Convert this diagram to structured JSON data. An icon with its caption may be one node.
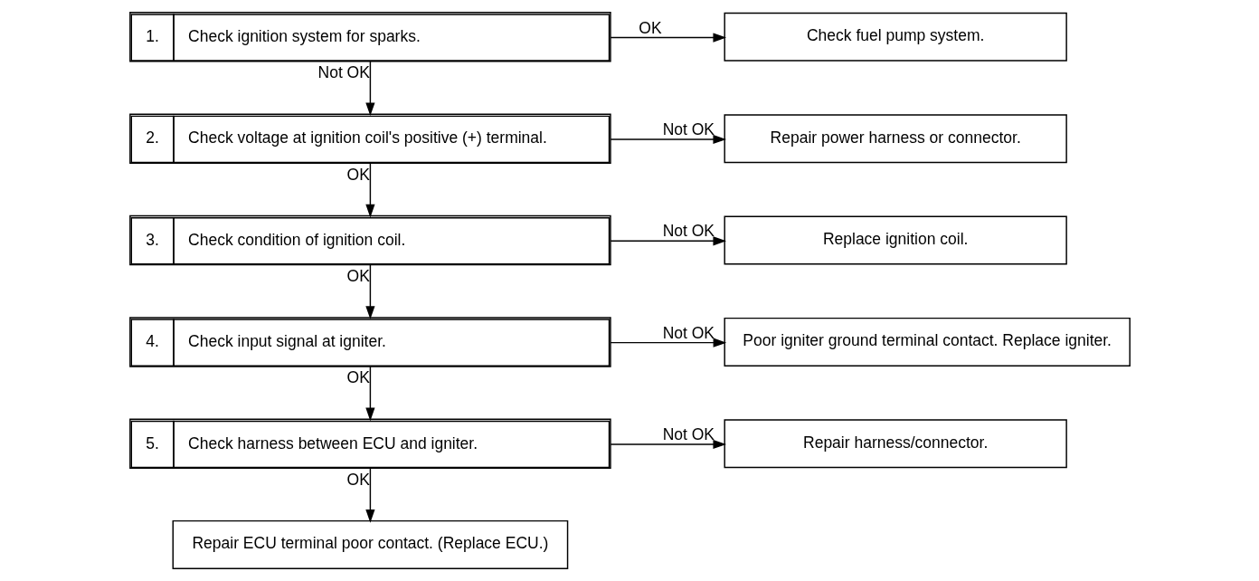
{
  "diagram": {
    "nodes": [
      {
        "text": [
          "1.",
          "Check ignition system for sparks."
        ]
      },
      {
        "text": [
          "Check fuel pump system."
        ]
      },
      {
        "text": [
          "2.",
          "Check voltage at ignition coil's positive (+) terminal."
        ]
      },
      {
        "text": [
          "Repair power harness or connector."
        ]
      },
      {
        "text": [
          "3.",
          "Check condition of ignition coil."
        ]
      },
      {
        "text": [
          "Replace ignition coil."
        ]
      },
      {
        "text": [
          "4.",
          "Check input signal at igniter."
        ]
      },
      {
        "text": [
          "Poor igniter ground terminal contact. Replace igniter."
        ]
      },
      {
        "text": [
          "5.",
          "Check harness between ECU and igniter."
        ]
      },
      {
        "text": [
          "Repair harness/connector."
        ]
      },
      {
        "text": [
          "Repair ECU terminal poor contact. (Replace ECU.)"
        ]
      }
    ],
    "edges": [
      {
        "from": 0,
        "to": 1,
        "arrow": "to",
        "label": "OK"
      },
      {
        "from": 0,
        "to": 2,
        "arrow": "to",
        "label": "Not OK"
      },
      {
        "from": 2,
        "to": 3,
        "arrow": "to",
        "label": "Not OK"
      },
      {
        "from": 2,
        "to": 4,
        "arrow": "to",
        "label": "OK"
      },
      {
        "from": 4,
        "to": 5,
        "arrow": "to",
        "label": "Not OK"
      },
      {
        "from": 4,
        "to": 6,
        "arrow": "to",
        "label": "OK"
      },
      {
        "from": 6,
        "to": 7,
        "arrow": "to",
        "label": "Not OK"
      },
      {
        "from": 6,
        "to": 8,
        "arrow": "to",
        "label": "OK"
      },
      {
        "from": 8,
        "to": 9,
        "arrow": "to",
        "label": "Not OK"
      },
      {
        "from": 8,
        "to": 10,
        "arrow": "to",
        "label": "OK"
      }
    ]
  }
}
